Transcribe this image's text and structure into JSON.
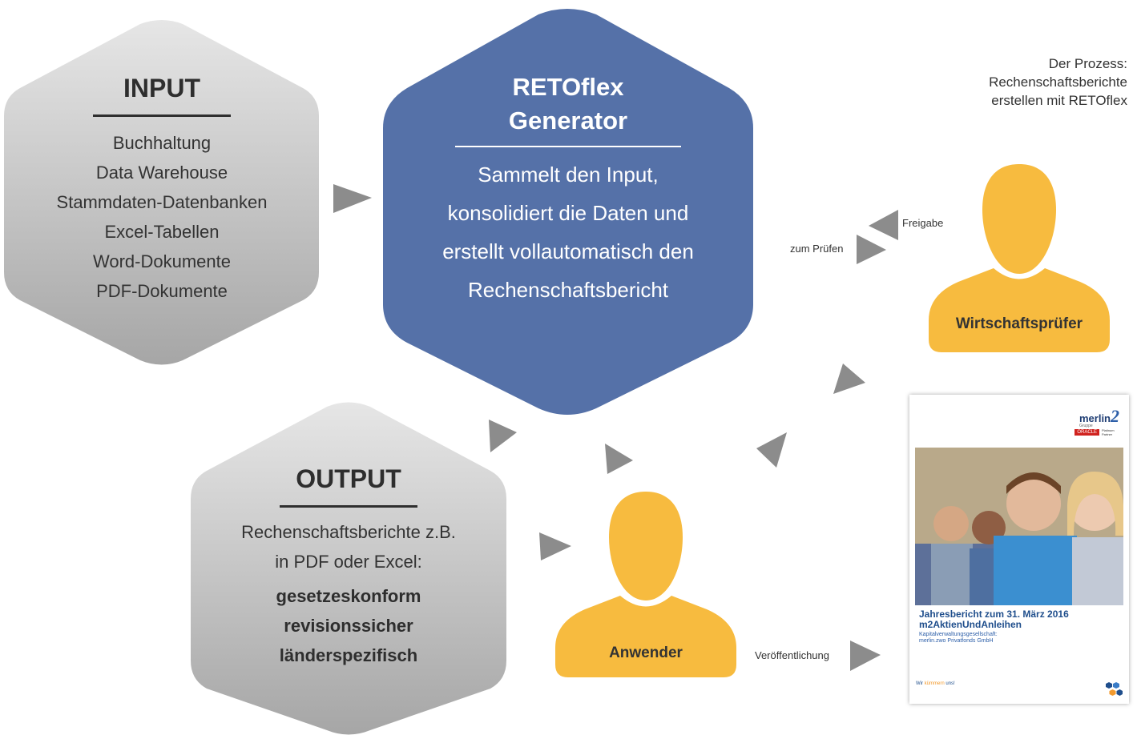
{
  "process_caption": [
    "Der Prozess:",
    "Rechenschaftsberichte",
    "erstellen mit RETOflex"
  ],
  "input": {
    "title": "INPUT",
    "items": [
      "Buchhaltung",
      "Data Warehouse",
      "Stammdaten-Datenbanken",
      "Excel-Tabellen",
      "Word-Dokumente",
      "PDF-Dokumente"
    ]
  },
  "generator": {
    "title_line1": "RETOflex",
    "title_line2": "Generator",
    "lines": [
      "Sammelt den Input,",
      "konsolidiert die Daten und",
      "erstellt vollautomatisch den",
      "Rechenschaftsbericht"
    ]
  },
  "output": {
    "title": "OUTPUT",
    "lines": [
      "Rechenschaftsberichte z.B.",
      "in PDF oder Excel:"
    ],
    "bold_lines": [
      "gesetzeskonform",
      "revisionssicher",
      "länderspezifisch"
    ]
  },
  "auditor": {
    "label": "Wirtschaftsprüfer"
  },
  "user": {
    "label": "Anwender"
  },
  "arrow_labels": {
    "review": "zum Prüfen",
    "release": "Freigabe",
    "publish": "Veröffentlichung"
  },
  "report_cover": {
    "brand": "merlin",
    "brand_small": "Gruppe",
    "oracle": "ORACLE",
    "partner": "Platinum Partner",
    "title1": "Jahresbericht zum 31. März 2016",
    "title2": "m2AktienUndAnleihen",
    "sub1": "Kapitalverwaltungsgesellschaft:",
    "sub2": "merlin.zwo Privatfonds GmbH",
    "slogan_prefix": "Wir ",
    "slogan_mid": "kümmern",
    "slogan_suffix": " uns!"
  },
  "colors": {
    "gray_hex": "#c4c4c4",
    "blue_hex": "#5571a8",
    "person": "#f7bb3f",
    "arrow": "#8c8c8c"
  }
}
